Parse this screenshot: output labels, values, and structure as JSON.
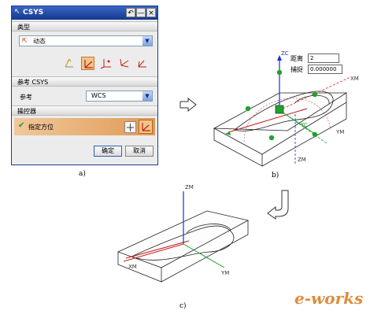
{
  "dialog": {
    "title": "CSYS",
    "title_buttons": [
      "↶",
      "—",
      "×"
    ],
    "type_section": {
      "label": "类型",
      "selected": "动态"
    },
    "reference_section": {
      "label": "参考 CSYS",
      "field_label": "参考",
      "selected": "WCS"
    },
    "manipulator_section": {
      "label": "操控器",
      "action_label": "指定方位"
    },
    "ok_label": "确定",
    "cancel_label": "取消"
  },
  "panel_b": {
    "distance_label": "距离",
    "distance_value": "2",
    "snap_label": "捕捉",
    "snap_value": "0.000000",
    "axes": [
      "ZC",
      "XM",
      "YC",
      "YM",
      "ZM"
    ]
  },
  "panel_c": {
    "axes": [
      "ZM",
      "XM",
      "YM"
    ]
  },
  "captions": {
    "a": "a)",
    "b": "b)",
    "c": "c)"
  },
  "watermark": "e-works",
  "colors": {
    "title_bar": "#13398f",
    "highlight": "#e8a45c",
    "axis_z": "#1f2fd0",
    "axis_x": "#d02020",
    "axis_y": "#1aa02a"
  }
}
